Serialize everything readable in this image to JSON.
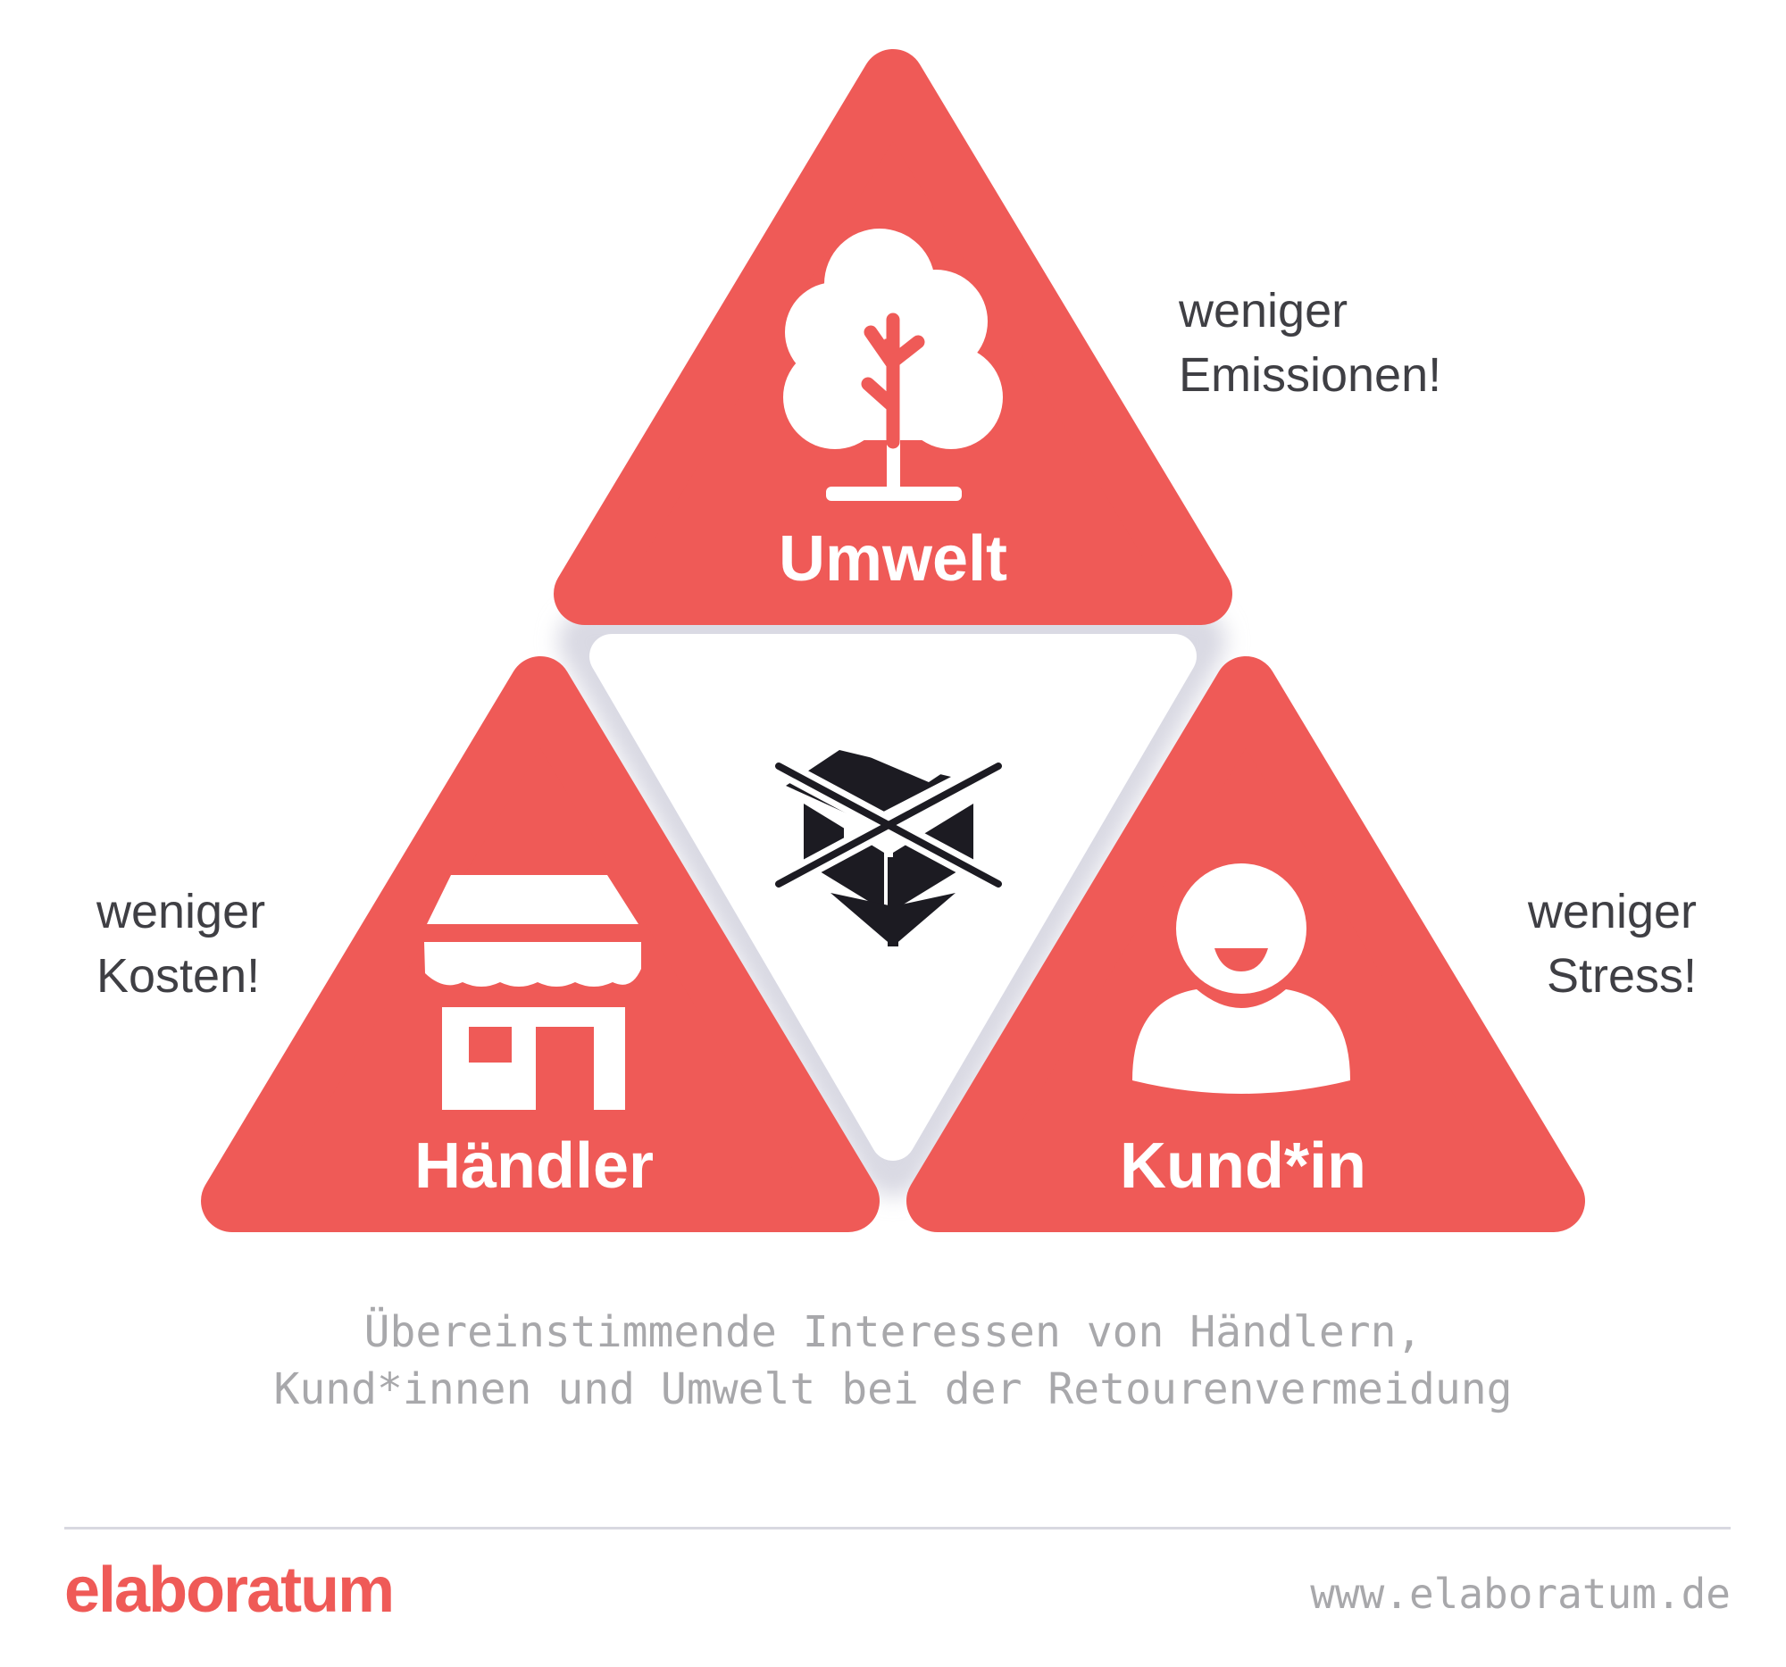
{
  "triangles": {
    "top": {
      "label": "Umwelt",
      "icon": "tree-icon"
    },
    "left": {
      "label": "Händler",
      "icon": "shop-icon"
    },
    "right": {
      "label": "Kund*in",
      "icon": "person-icon"
    },
    "center": {
      "icon": "crossed-out-parcel-icon"
    }
  },
  "benefits": {
    "top": {
      "line1": "weniger",
      "line2": "Emissionen!"
    },
    "left": {
      "line1": "weniger",
      "line2": "Kosten!"
    },
    "right": {
      "line1": "weniger",
      "line2": "Stress!"
    }
  },
  "caption": {
    "line1": "Übereinstimmende Interessen von Händlern,",
    "line2": "Kund*innen und Umwelt bei der Retourenvermeidung"
  },
  "footer": {
    "brand": "elaboratum",
    "website": "www.elaboratum.de"
  },
  "colors": {
    "accent": "#ef5a57",
    "text": "#3f3f44",
    "muted": "#a8a8ab",
    "icon_dark": "#1c1b22"
  }
}
